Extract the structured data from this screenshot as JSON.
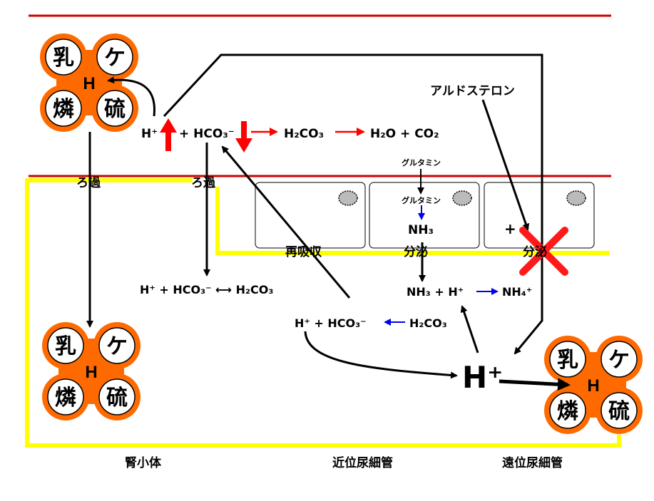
{
  "colors": {
    "membrane_red": "#cc0000",
    "tubule_yellow": "#ffff00",
    "cell_orange": "#ff6a00",
    "cross_red": "#ff1a1a",
    "arrow_red": "#ff0000",
    "arrow_blue": "#0000ee",
    "text": "#000000"
  },
  "buffer": {
    "lactate": "乳",
    "ketone": "ケ",
    "phosphate": "燐",
    "sulfate": "硫",
    "hydrogen": "H"
  },
  "blood": {
    "h_plus": "H⁺",
    "plus_hco3": "+ HCO₃⁻",
    "h2co3": "H₂CO₃",
    "h2o_co2": "H₂O + CO₂"
  },
  "labels": {
    "filtration_left": "ろ過",
    "filtration_right": "ろ過",
    "reabsorption": "再吸収",
    "secretion": "分泌",
    "secretion_distal": "分泌",
    "aldosterone": "アルドステロン",
    "plus_sign": "+"
  },
  "proximal": {
    "glutamine_top": "グルタミン",
    "glutamine_inner": "グルタミン",
    "nh3_cell": "NH₃",
    "nh3_lumen": "NH₃ + H⁺",
    "nh4": "NH₄⁺"
  },
  "lumen": {
    "filtrate": "H⁺ +  HCO₃⁻ ⟷ H₂CO₃",
    "regen_h_hco3": "H⁺  + HCO₃⁻",
    "regen_h2co3": "H₂CO₃",
    "big_h": "H⁺"
  },
  "segments": {
    "glomerulus": "腎小体",
    "proximal_tubule": "近位尿細管",
    "distal_tubule": "遠位尿細管"
  }
}
